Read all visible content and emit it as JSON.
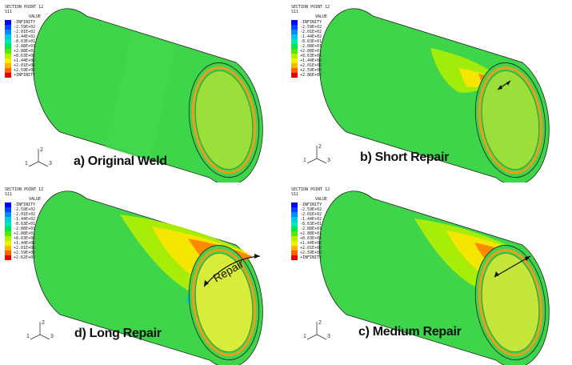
{
  "panels": [
    {
      "id": "a",
      "caption": "a) Original Weld",
      "legend": {
        "section": "SECTION POINT 12",
        "var": "S11",
        "value_label": "VALUE",
        "rows": [
          "-INFINITY",
          "-2.59E+02",
          "-2.01E+02",
          "-1.44E+02",
          "-8.63E+01",
          "-2.88E+01",
          "+2.88E+01",
          "+8.63E+01",
          "+1.44E+02",
          "+2.01E+02",
          "+2.59E+02",
          "+INFINITY"
        ]
      },
      "triad": {
        "a1": "1",
        "a2": "2",
        "a3": "3"
      }
    },
    {
      "id": "b",
      "caption": "b) Short Repair",
      "legend": {
        "section": "SECTION POINT 12",
        "var": "S11",
        "value_label": "VALUE",
        "rows": [
          "-INFINITY",
          "-2.59E+02",
          "-2.01E+02",
          "-1.44E+02",
          "-8.63E+01",
          "-2.88E+01",
          "+2.88E+01",
          "+8.63E+01",
          "+1.44E+02",
          "+2.01E+02",
          "+2.59E+02",
          "+2.86E+02"
        ]
      },
      "triad": {
        "a1": "1",
        "a2": "2",
        "a3": "3"
      }
    },
    {
      "id": "d",
      "caption": "d) Long Repair",
      "repair_label": "Repair",
      "legend": {
        "section": "SECTION POINT 12",
        "var": "S11",
        "value_label": "VALUE",
        "rows": [
          "-INFINITY",
          "-2.59E+02",
          "-2.01E+02",
          "-1.44E+02",
          "-8.63E+01",
          "-2.88E+01",
          "+2.88E+01",
          "+8.63E+01",
          "+1.44E+02",
          "+2.01E+02",
          "+2.59E+02",
          "+2.62E+02"
        ]
      },
      "triad": {
        "a1": "1",
        "a2": "2",
        "a3": "3"
      }
    },
    {
      "id": "c",
      "caption": "c) Medium Repair",
      "legend": {
        "section": "SECTION POINT 12",
        "var": "S11",
        "value_label": "VALUE",
        "rows": [
          "-INFINITY",
          "-2.59E+02",
          "-2.01E+02",
          "-1.44E+02",
          "-8.63E+01",
          "-2.88E+01",
          "+2.88E+01",
          "+8.63E+01",
          "+1.44E+02",
          "+2.01E+02",
          "+2.59E+02",
          "+INFINITY"
        ]
      },
      "triad": {
        "a1": "1",
        "a2": "2",
        "a3": "3"
      }
    }
  ],
  "colors": {
    "scale": [
      "#0000ff",
      "#0046ff",
      "#008cff",
      "#00c8e6",
      "#00e6b4",
      "#00e650",
      "#5ae600",
      "#b4f000",
      "#f0f000",
      "#ffb400",
      "#ff6400",
      "#e60000"
    ],
    "shell": "#3ed54a",
    "shell_dark": "#2fb83c",
    "weld_ring": "#f29a1c",
    "interior": "#9be03a",
    "repair_hot": "#ff8a00",
    "repair_warm": "#f4e600",
    "repair_core": "#e81c1c"
  }
}
